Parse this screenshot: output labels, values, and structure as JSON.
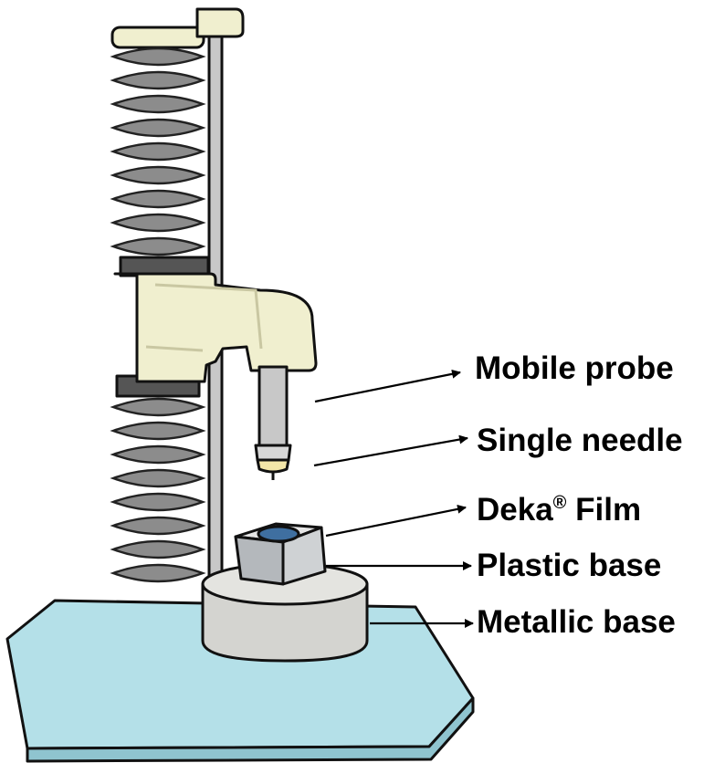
{
  "labels": {
    "mobile_probe": "Mobile probe",
    "single_needle": "Single needle",
    "film_name": "Deka",
    "film_mark": "®",
    "film_suffix": " Film",
    "plastic_base": "Plastic base",
    "metallic_base": "Metallic base"
  },
  "colors": {
    "platform": "#b4e0e8",
    "column_cream": "#f0efcf",
    "bellows": "#8c8c8c",
    "rod": "#c8c8c8",
    "metal": "#d4d4d0",
    "film": "#3f6fa0"
  }
}
